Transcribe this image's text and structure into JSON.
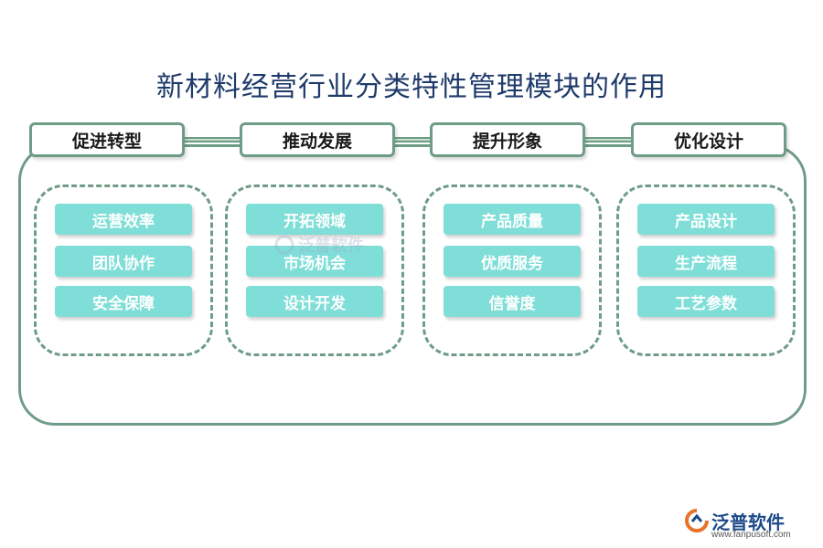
{
  "title": "新材料经营行业分类特性管理模块的作用",
  "colors": {
    "border": "#6f9c86",
    "item_fill": "#7fded7",
    "title_text": "#1f3b6b"
  },
  "sections": [
    {
      "label": "促进转型",
      "items": [
        "运营效率",
        "团队协作",
        "安全保障"
      ]
    },
    {
      "label": "推动发展",
      "items": [
        "开拓领域",
        "市场机会",
        "设计开发"
      ]
    },
    {
      "label": "提升形象",
      "items": [
        "产品质量",
        "优质服务",
        "信誉度"
      ]
    },
    {
      "label": "优化设计",
      "items": [
        "产品设计",
        "生产流程",
        "工艺参数"
      ]
    }
  ],
  "logo": {
    "name": "泛普软件",
    "url": "www.fanpusoft.com"
  },
  "watermark": "泛普软件"
}
